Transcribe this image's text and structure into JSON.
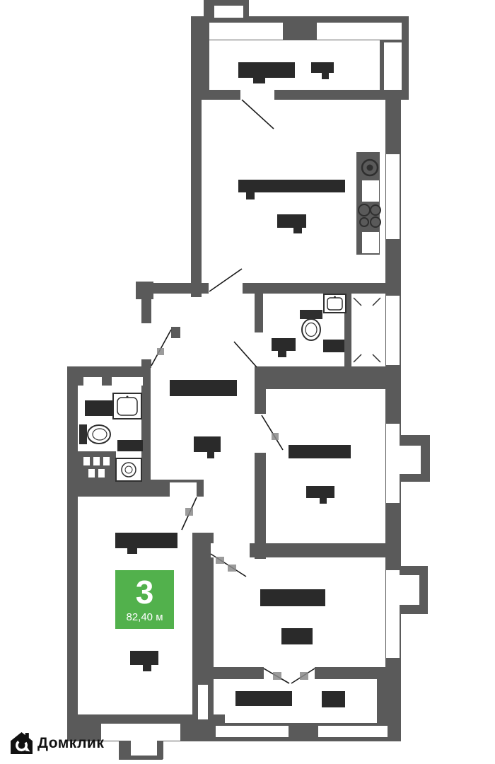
{
  "plan": {
    "badge": {
      "number": "3",
      "area_label": "82,40 м"
    },
    "logo": {
      "brand": "Домклик"
    },
    "colors": {
      "wall": "#5a5a5a",
      "label_block": "#2a2a2a",
      "badge_green": "#52b14c",
      "fixture_line": "#2f2f2f",
      "door_swing_line": "#1a1a1a",
      "logo_black": "#111111"
    },
    "fixtures": [
      "kitchen-sink-icon",
      "stove-burners-icon",
      "washbasin-icon",
      "toilet-icon",
      "washing-machine-icon",
      "shower-area-icon",
      "vent-shaft-icon"
    ]
  }
}
